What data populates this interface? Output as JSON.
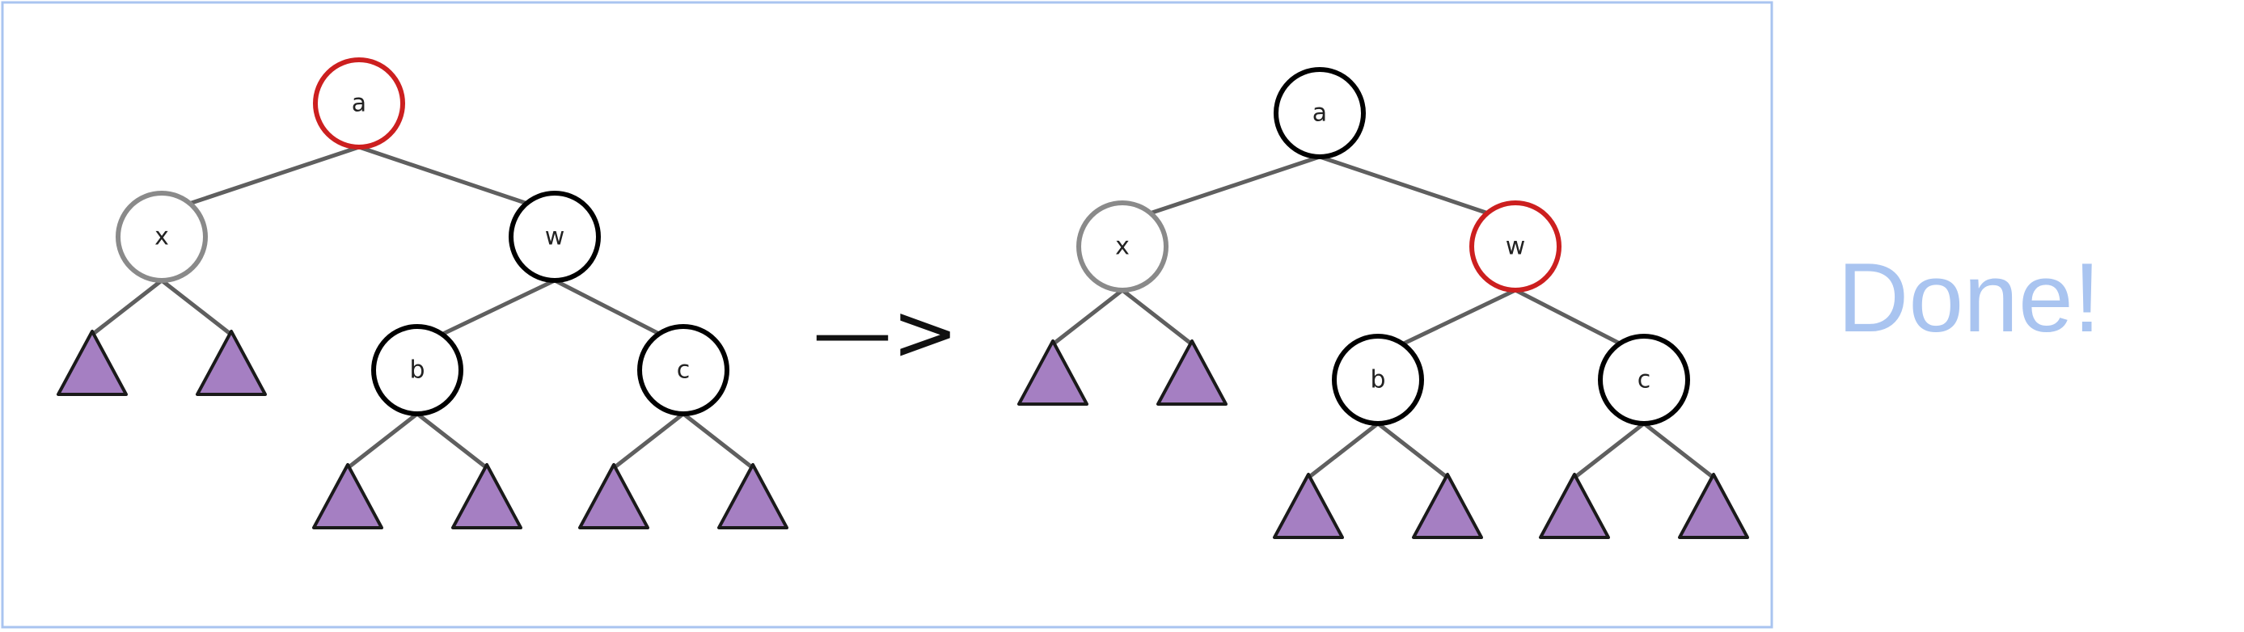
{
  "before": {
    "nodes": [
      {
        "label": "a",
        "color": "#cc1f1f"
      },
      {
        "label": "x",
        "color": "#8a8a8a"
      },
      {
        "label": "w",
        "color": "#000000"
      },
      {
        "label": "b",
        "color": "#000000"
      },
      {
        "label": "c",
        "color": "#000000"
      }
    ]
  },
  "after": {
    "nodes": [
      {
        "label": "a",
        "color": "#000000"
      },
      {
        "label": "x",
        "color": "#8a8a8a"
      },
      {
        "label": "w",
        "color": "#cc1f1f"
      },
      {
        "label": "b",
        "color": "#000000"
      },
      {
        "label": "c",
        "color": "#000000"
      }
    ]
  },
  "arrow": {
    "text": "—>"
  },
  "status": {
    "text": "Done!"
  },
  "colors": {
    "highlight": "#cc1f1f",
    "inactive": "#8a8a8a",
    "node": "#000000",
    "subtree_fill": "#a57fc2",
    "frame": "#a9c4f0"
  },
  "icons": {
    "subtree": "triangle-icon"
  }
}
